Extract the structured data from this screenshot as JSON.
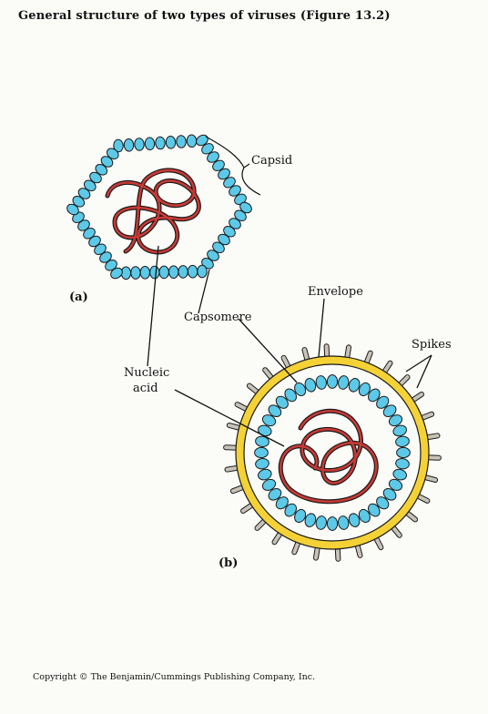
{
  "title": "General structure of two types of viruses  (Figure 13.2)",
  "labels": {
    "capsid": "Capsid",
    "panel_a": "(a)",
    "capsomere": "Capsomere",
    "nucleic_line1": "Nucleic",
    "nucleic_line2": "acid",
    "envelope": "Envelope",
    "spikes": "Spikes",
    "panel_b": "(b)"
  },
  "copyright": "Copyright © The Benjamin/Cummings Publishing Company, Inc.",
  "colors": {
    "capsomere": "#5cc9e8",
    "nucleic_acid": "#c83a35",
    "envelope": "#f4d236",
    "spike": "#c8c3b8",
    "outline": "#1a1a1a"
  }
}
